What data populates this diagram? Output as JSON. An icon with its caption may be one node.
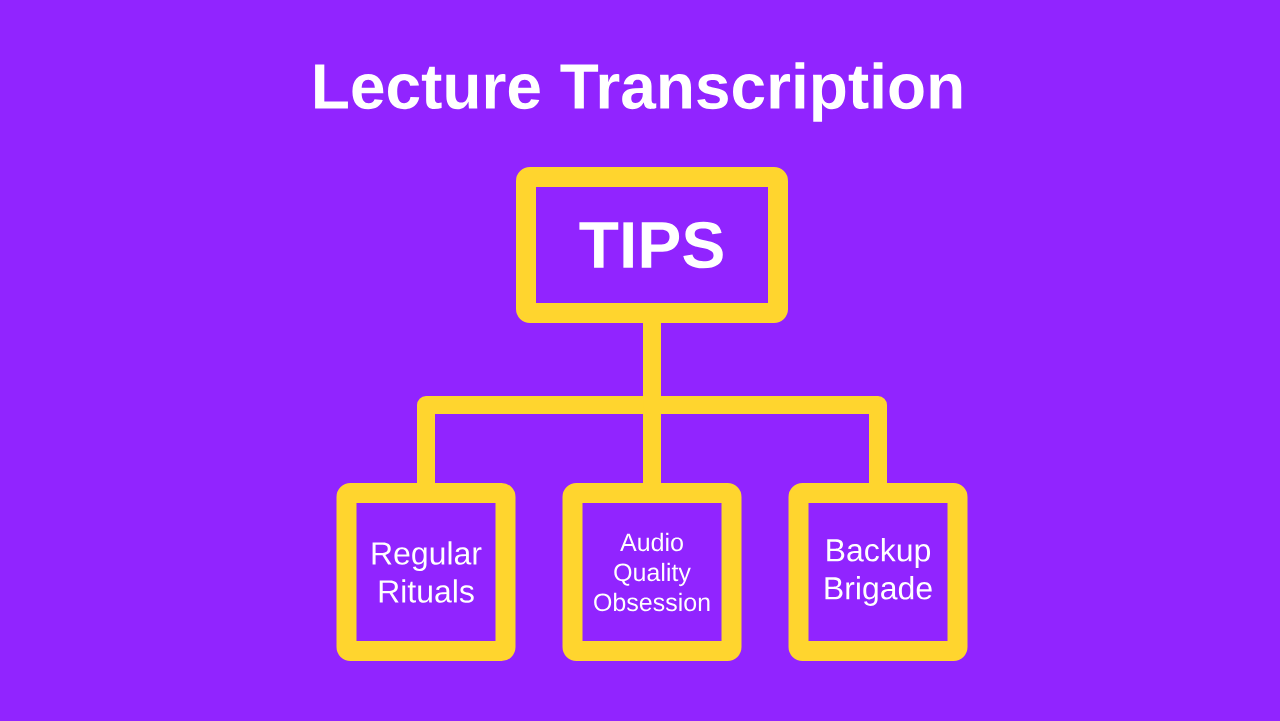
{
  "diagram": {
    "title": "Lecture Transcription",
    "nodes": [
      {
        "text": [
          "TIPS"
        ]
      },
      {
        "text": [
          "Regular Rituals"
        ]
      },
      {
        "text": [
          "Audio Quality Obsession"
        ]
      },
      {
        "text": [
          "Backup Brigade"
        ]
      }
    ],
    "edges": [
      {
        "from": 0,
        "to": 1,
        "arrow": "none"
      },
      {
        "from": 0,
        "to": 2,
        "arrow": "none"
      },
      {
        "from": 0,
        "to": 3,
        "arrow": "none"
      }
    ]
  }
}
